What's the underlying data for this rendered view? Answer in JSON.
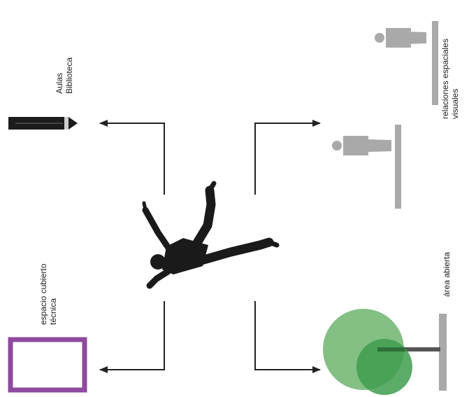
{
  "labels": {
    "aulas": "Aulas",
    "biblioteca": "Biblioteca",
    "espacio_cubierto": "espacio cubierto",
    "tecnica": "técnica",
    "relaciones_espaciales": "relaciones espaciales",
    "visuales": "visuales",
    "area_abierta": "área abierta"
  },
  "colors": {
    "pencil": "#1c1c1c",
    "frame": "#8e4a9e",
    "figure": "#1a1a1a",
    "gray_elements": "#a9a9a9",
    "tree_light": "#6fb46f",
    "tree_dark": "#3e9e4e",
    "trunk": "#555555",
    "arrows": "#222222"
  },
  "icons": [
    "pencil-icon",
    "empty-frame-icon",
    "jumping-person-icon",
    "standing-person-icon",
    "tree-icon"
  ]
}
